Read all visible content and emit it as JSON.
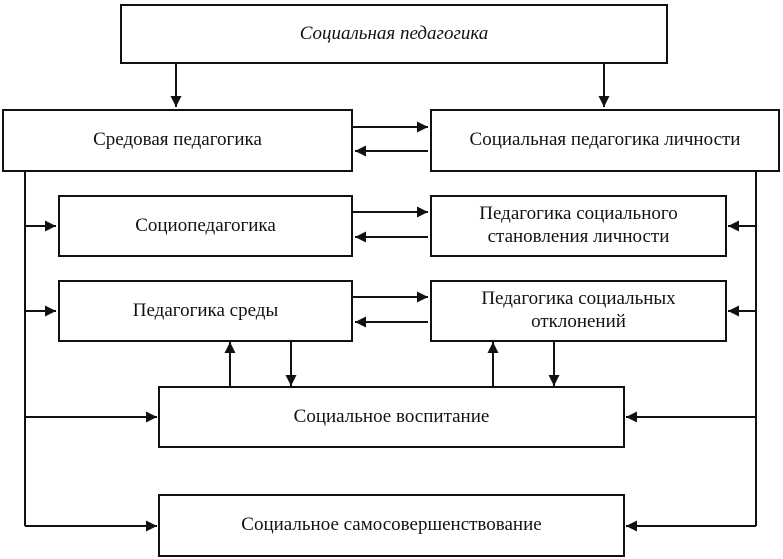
{
  "diagram": {
    "root": "Социальная педагогика",
    "left_branch": "Средовая педагогика",
    "right_branch": "Социальная педагогика личности",
    "socio_pedagogy": "Социопедагогика",
    "social_formation": "Педагогика социального становления личности",
    "environment_pedagogy": "Педагогика среды",
    "social_deviations": "Педагогика социальных отклонений",
    "social_upbringing": "Социальное воспитание",
    "self_improvement": "Социальное самосовершенствование"
  }
}
